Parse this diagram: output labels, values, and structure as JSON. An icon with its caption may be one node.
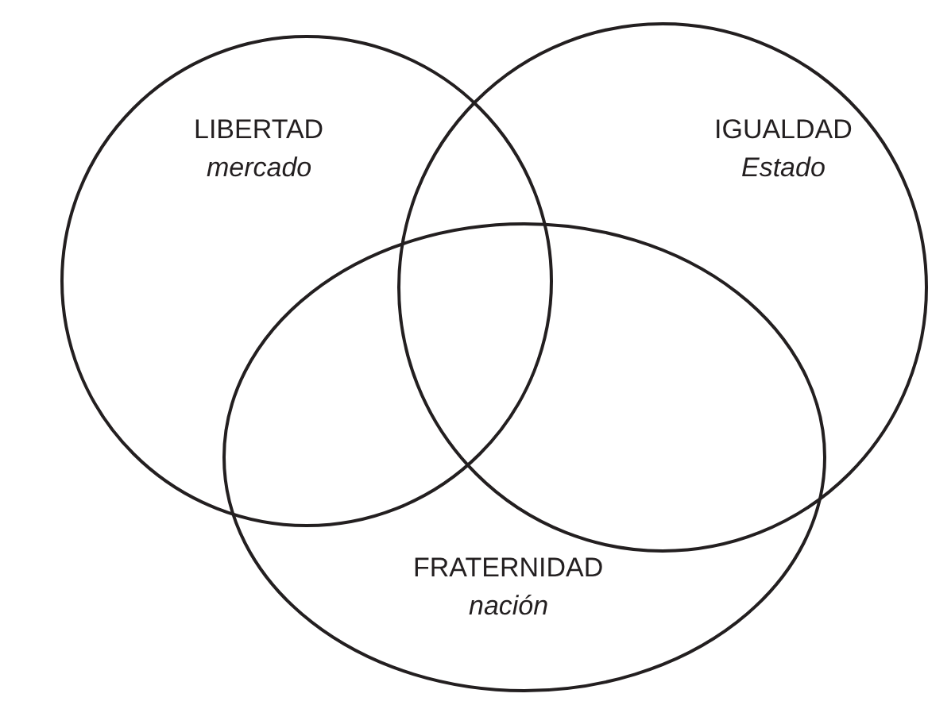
{
  "diagram": {
    "nodes": [
      {
        "text": [
          "LIBERTAD",
          "mercado"
        ]
      },
      {
        "text": [
          "IGUALDAD",
          "Estado"
        ]
      },
      {
        "text": [
          "FRATERNIDAD",
          "nación"
        ]
      }
    ]
  }
}
